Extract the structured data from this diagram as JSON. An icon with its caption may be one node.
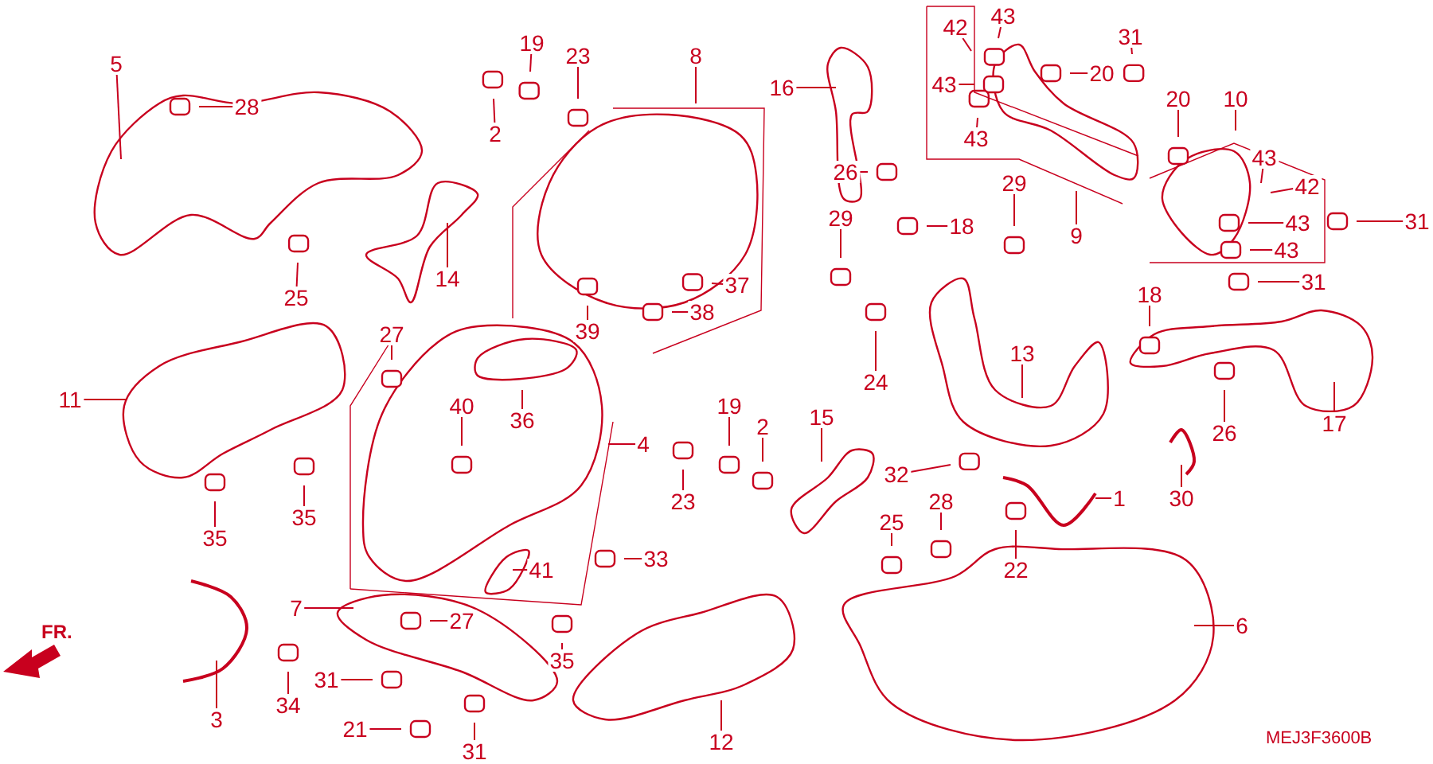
{
  "diagram": {
    "nodes": [
      {
        "text": [
          "5"
        ]
      },
      {
        "text": [
          "28"
        ]
      },
      {
        "text": [
          "2"
        ]
      },
      {
        "text": [
          "19"
        ]
      },
      {
        "text": [
          "23"
        ]
      },
      {
        "text": [
          "8"
        ]
      },
      {
        "text": [
          "14"
        ]
      },
      {
        "text": [
          "25"
        ]
      },
      {
        "text": [
          "16"
        ]
      },
      {
        "text": [
          "42"
        ]
      },
      {
        "text": [
          "43"
        ]
      },
      {
        "text": [
          "43"
        ]
      },
      {
        "text": [
          "43"
        ]
      },
      {
        "text": [
          "20"
        ]
      },
      {
        "text": [
          "31"
        ]
      },
      {
        "text": [
          "20"
        ]
      },
      {
        "text": [
          "10"
        ]
      },
      {
        "text": [
          "43"
        ]
      },
      {
        "text": [
          "42"
        ]
      },
      {
        "text": [
          "43"
        ]
      },
      {
        "text": [
          "31"
        ]
      },
      {
        "text": [
          "43"
        ]
      },
      {
        "text": [
          "31"
        ]
      },
      {
        "text": [
          "26"
        ]
      },
      {
        "text": [
          "18"
        ]
      },
      {
        "text": [
          "29"
        ]
      },
      {
        "text": [
          "9"
        ]
      },
      {
        "text": [
          "29"
        ]
      },
      {
        "text": [
          "37"
        ]
      },
      {
        "text": [
          "38"
        ]
      },
      {
        "text": [
          "39"
        ]
      },
      {
        "text": [
          "13"
        ]
      },
      {
        "text": [
          "18"
        ]
      },
      {
        "text": [
          "24"
        ]
      },
      {
        "text": [
          "17"
        ]
      },
      {
        "text": [
          "26"
        ]
      },
      {
        "text": [
          "11"
        ]
      },
      {
        "text": [
          "27"
        ]
      },
      {
        "text": [
          "40"
        ]
      },
      {
        "text": [
          "36"
        ]
      },
      {
        "text": [
          "4"
        ]
      },
      {
        "text": [
          "35"
        ]
      },
      {
        "text": [
          "35"
        ]
      },
      {
        "text": [
          "23"
        ]
      },
      {
        "text": [
          "19"
        ]
      },
      {
        "text": [
          "2"
        ]
      },
      {
        "text": [
          "15"
        ]
      },
      {
        "text": [
          "32"
        ]
      },
      {
        "text": [
          "25"
        ]
      },
      {
        "text": [
          "28"
        ]
      },
      {
        "text": [
          "22"
        ]
      },
      {
        "text": [
          "1"
        ]
      },
      {
        "text": [
          "30"
        ]
      },
      {
        "text": [
          "41"
        ]
      },
      {
        "text": [
          "33"
        ]
      },
      {
        "text": [
          "7"
        ]
      },
      {
        "text": [
          "27"
        ]
      },
      {
        "text": [
          "3"
        ]
      },
      {
        "text": [
          "34"
        ]
      },
      {
        "text": [
          "31"
        ]
      },
      {
        "text": [
          "35"
        ]
      },
      {
        "text": [
          "21"
        ]
      },
      {
        "text": [
          "31"
        ]
      },
      {
        "text": [
          "12"
        ]
      },
      {
        "text": [
          "6"
        ]
      }
    ],
    "edges": [
      {
        "from": 0,
        "to": null,
        "arrow": "none"
      },
      {
        "from": 1,
        "to": null,
        "arrow": "none"
      },
      {
        "from": 2,
        "to": null,
        "arrow": "none"
      },
      {
        "from": 3,
        "to": null,
        "arrow": "none"
      },
      {
        "from": 4,
        "to": null,
        "arrow": "none"
      },
      {
        "from": 5,
        "to": null,
        "arrow": "none"
      },
      {
        "from": 6,
        "to": null,
        "arrow": "none"
      },
      {
        "from": 7,
        "to": null,
        "arrow": "none"
      },
      {
        "from": 8,
        "to": null,
        "arrow": "none"
      },
      {
        "from": 9,
        "to": null,
        "arrow": "none"
      },
      {
        "from": 10,
        "to": null,
        "arrow": "none"
      },
      {
        "from": 11,
        "to": null,
        "arrow": "none"
      },
      {
        "from": 12,
        "to": null,
        "arrow": "none"
      },
      {
        "from": 13,
        "to": null,
        "arrow": "none"
      },
      {
        "from": 14,
        "to": null,
        "arrow": "none"
      },
      {
        "from": 15,
        "to": null,
        "arrow": "none"
      },
      {
        "from": 16,
        "to": null,
        "arrow": "none"
      },
      {
        "from": 17,
        "to": null,
        "arrow": "none"
      },
      {
        "from": 18,
        "to": null,
        "arrow": "none"
      },
      {
        "from": 19,
        "to": null,
        "arrow": "none"
      },
      {
        "from": 20,
        "to": null,
        "arrow": "none"
      },
      {
        "from": 21,
        "to": null,
        "arrow": "none"
      },
      {
        "from": 22,
        "to": null,
        "arrow": "none"
      },
      {
        "from": 23,
        "to": null,
        "arrow": "none"
      },
      {
        "from": 24,
        "to": null,
        "arrow": "none"
      },
      {
        "from": 25,
        "to": null,
        "arrow": "none"
      },
      {
        "from": 26,
        "to": null,
        "arrow": "none"
      },
      {
        "from": 27,
        "to": null,
        "arrow": "none"
      },
      {
        "from": 28,
        "to": null,
        "arrow": "none"
      },
      {
        "from": 29,
        "to": null,
        "arrow": "none"
      },
      {
        "from": 30,
        "to": null,
        "arrow": "none"
      },
      {
        "from": 31,
        "to": null,
        "arrow": "none"
      },
      {
        "from": 32,
        "to": null,
        "arrow": "none"
      },
      {
        "from": 33,
        "to": null,
        "arrow": "none"
      },
      {
        "from": 34,
        "to": null,
        "arrow": "none"
      },
      {
        "from": 35,
        "to": null,
        "arrow": "none"
      },
      {
        "from": 36,
        "to": null,
        "arrow": "none"
      },
      {
        "from": 37,
        "to": null,
        "arrow": "none"
      },
      {
        "from": 38,
        "to": null,
        "arrow": "none"
      },
      {
        "from": 39,
        "to": null,
        "arrow": "none"
      },
      {
        "from": 40,
        "to": null,
        "arrow": "none"
      },
      {
        "from": 41,
        "to": null,
        "arrow": "none"
      },
      {
        "from": 42,
        "to": null,
        "arrow": "none"
      },
      {
        "from": 43,
        "to": null,
        "arrow": "none"
      },
      {
        "from": 44,
        "to": null,
        "arrow": "none"
      },
      {
        "from": 45,
        "to": null,
        "arrow": "none"
      },
      {
        "from": 46,
        "to": null,
        "arrow": "none"
      },
      {
        "from": 47,
        "to": null,
        "arrow": "none"
      },
      {
        "from": 48,
        "to": null,
        "arrow": "none"
      },
      {
        "from": 49,
        "to": null,
        "arrow": "none"
      },
      {
        "from": 50,
        "to": null,
        "arrow": "none"
      },
      {
        "from": 51,
        "to": null,
        "arrow": "none"
      },
      {
        "from": 52,
        "to": null,
        "arrow": "none"
      },
      {
        "from": 53,
        "to": null,
        "arrow": "none"
      },
      {
        "from": 54,
        "to": null,
        "arrow": "none"
      },
      {
        "from": 55,
        "to": null,
        "arrow": "none"
      },
      {
        "from": 56,
        "to": null,
        "arrow": "none"
      },
      {
        "from": 57,
        "to": null,
        "arrow": "none"
      },
      {
        "from": 58,
        "to": null,
        "arrow": "none"
      },
      {
        "from": 59,
        "to": null,
        "arrow": "none"
      },
      {
        "from": 60,
        "to": null,
        "arrow": "none"
      },
      {
        "from": 61,
        "to": null,
        "arrow": "none"
      },
      {
        "from": 62,
        "to": null,
        "arrow": "none"
      },
      {
        "from": 63,
        "to": null,
        "arrow": "none"
      },
      {
        "from": 64,
        "to": null,
        "arrow": "none"
      }
    ],
    "labels": [
      "FR.",
      "MEJ3F3600B"
    ]
  }
}
